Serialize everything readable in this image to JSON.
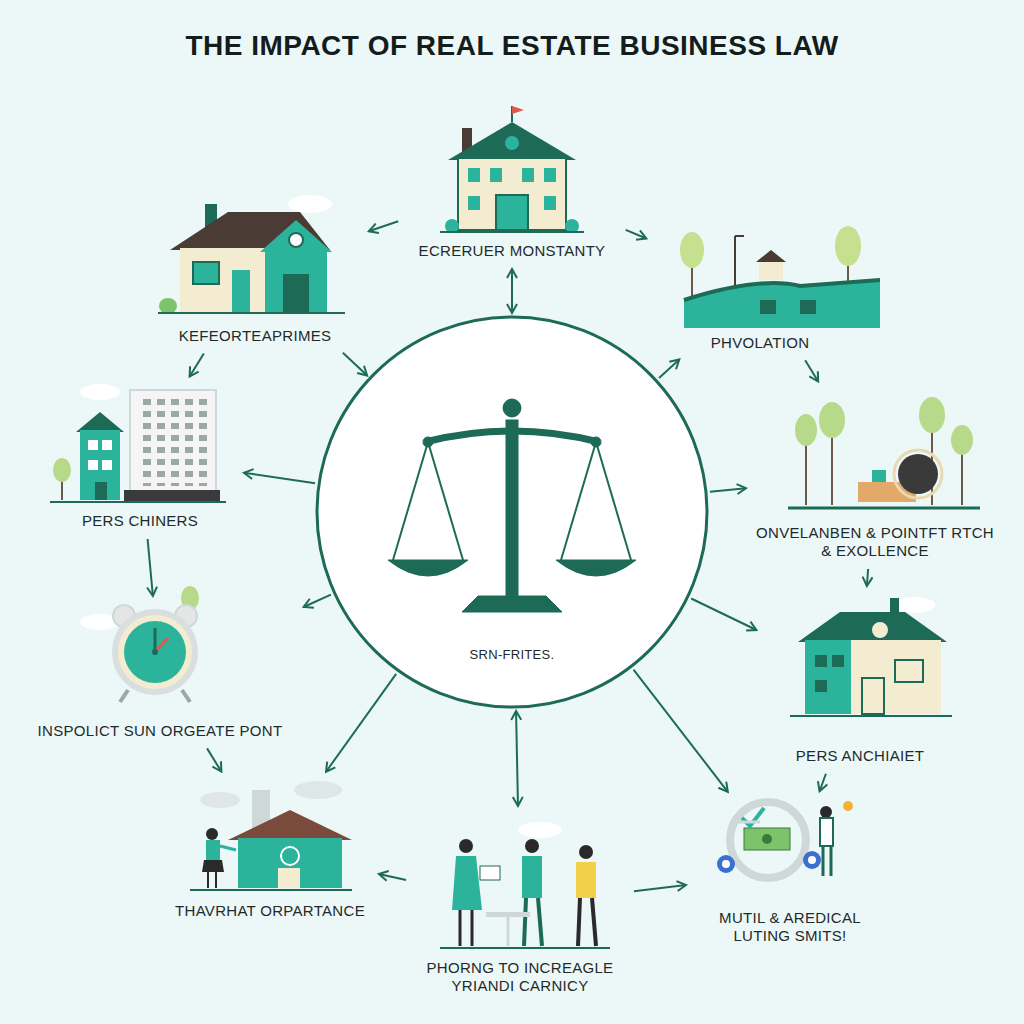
{
  "diagram": {
    "title": "THE IMPACT OF REAL ESTATE BUSINESS LAW",
    "nodes": [
      {
        "text": [
          "SRN-FRITES."
        ]
      },
      {
        "text": [
          "ECRERUER MONSTANTY"
        ]
      },
      {
        "text": [
          "PHVOLATION"
        ]
      },
      {
        "text": [
          "ONVELANBEN & POINTFT RTCH & EXOLLENCE"
        ]
      },
      {
        "text": [
          "PERS ANCHIAIET"
        ]
      },
      {
        "text": [
          "MUTIL & AREDICAL LUTING SMITS!"
        ]
      },
      {
        "text": [
          "PHORNG TO INCREAGLE YRIANDI CARNICY"
        ]
      },
      {
        "text": [
          "THAVRHAT ORPARTANCE"
        ]
      },
      {
        "text": [
          "INSPOLICT SUN ORGEATE PONT"
        ]
      },
      {
        "text": [
          "PERS CHINERS"
        ]
      },
      {
        "text": [
          "KEFEORTEAPRIMES"
        ]
      }
    ],
    "edges": [
      {
        "from": 1,
        "to": 10,
        "arrow": "to"
      },
      {
        "from": 1,
        "to": 2,
        "arrow": "to"
      },
      {
        "from": 2,
        "to": 3,
        "arrow": "to"
      },
      {
        "from": 3,
        "to": 4,
        "arrow": "to"
      },
      {
        "from": 4,
        "to": 5,
        "arrow": "to"
      },
      {
        "from": 6,
        "to": 5,
        "arrow": "to"
      },
      {
        "from": 6,
        "to": 7,
        "arrow": "to"
      },
      {
        "from": 8,
        "to": 7,
        "arrow": "to"
      },
      {
        "from": 9,
        "to": 8,
        "arrow": "to"
      },
      {
        "from": 10,
        "to": 9,
        "arrow": "to"
      },
      {
        "from": 1,
        "to": 0,
        "arrow": "both"
      },
      {
        "from": 10,
        "to": 0,
        "arrow": "to"
      },
      {
        "from": 0,
        "to": 2,
        "arrow": "to"
      },
      {
        "from": 0,
        "to": 3,
        "arrow": "to"
      },
      {
        "from": 0,
        "to": 4,
        "arrow": "to"
      },
      {
        "from": 0,
        "to": 5,
        "arrow": "to"
      },
      {
        "from": 6,
        "to": 0,
        "arrow": "both"
      },
      {
        "from": 0,
        "to": 7,
        "arrow": "to"
      },
      {
        "from": 0,
        "to": 8,
        "arrow": "to"
      },
      {
        "from": 0,
        "to": 9,
        "arrow": "to"
      }
    ]
  }
}
